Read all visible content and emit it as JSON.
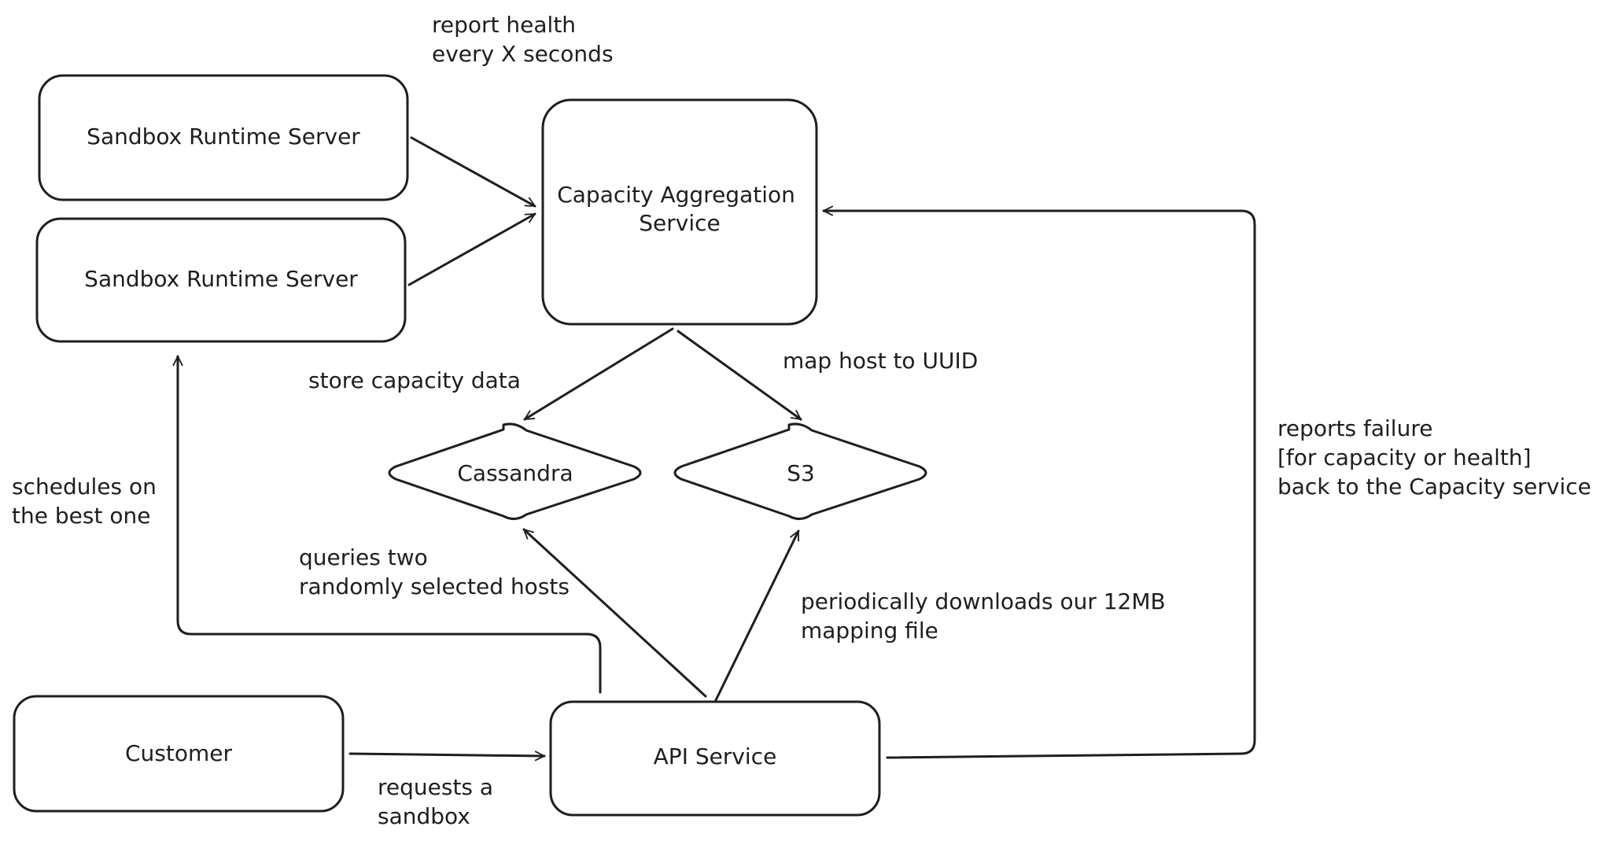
{
  "nodes": {
    "sandbox_server_1": {
      "lines": [
        "Sandbox Runtime Server"
      ]
    },
    "sandbox_server_2": {
      "lines": [
        "Sandbox Runtime Server"
      ]
    },
    "capacity_service": {
      "lines": [
        "Capacity Aggregation",
        "Service"
      ]
    },
    "cassandra": {
      "lines": [
        "Cassandra"
      ]
    },
    "s3": {
      "lines": [
        "S3"
      ]
    },
    "customer": {
      "lines": [
        "Customer"
      ]
    },
    "api_service": {
      "lines": [
        "API Service"
      ]
    }
  },
  "edge_labels": {
    "report_health": [
      "report health",
      "every X seconds"
    ],
    "store_capacity": [
      "store capacity data"
    ],
    "map_host": [
      "map host to UUID"
    ],
    "schedules": [
      "schedules on",
      "the best one"
    ],
    "queries": [
      "queries two",
      "randomly selected hosts"
    ],
    "downloads": [
      "periodically downloads our 12MB",
      "mapping file"
    ],
    "requests": [
      "requests a",
      "sandbox"
    ],
    "reports_failure": [
      "reports failure",
      "[for capacity or health]",
      "back to the Capacity service"
    ]
  },
  "colors": {
    "stroke": "#1e1e1e",
    "background": "#ffffff"
  }
}
